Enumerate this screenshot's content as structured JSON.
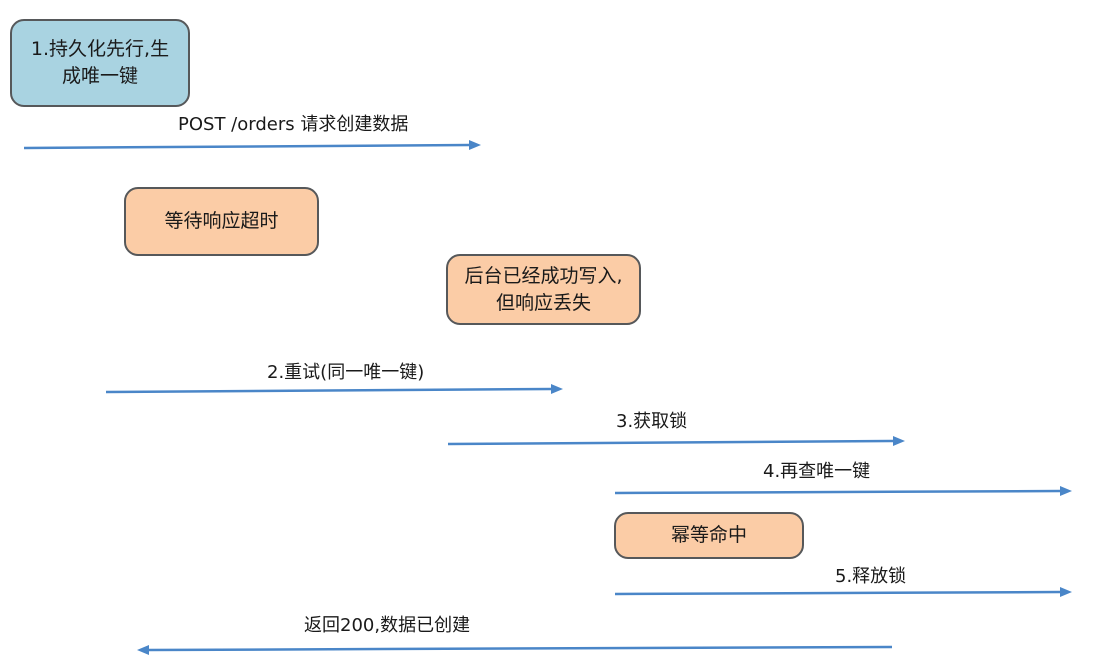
{
  "boxes": {
    "step1": "1.持久化先行,生\n成唯一键",
    "timeout": "等待响应超时",
    "lost": "后台已经成功写入,\n但响应丢失",
    "hit": "幂等命中"
  },
  "labels": {
    "post": "POST /orders 请求创建数据",
    "retry": "2.重试(同一唯一键)",
    "lock": "3.获取锁",
    "recheck": "4.再查唯一键",
    "release": "5.释放锁",
    "response": "返回200,数据已创建"
  },
  "colors": {
    "arrow": "#4a86c8",
    "blue_box": "#a9d3e1",
    "orange_box": "#fbcca6",
    "border": "#56585a"
  }
}
